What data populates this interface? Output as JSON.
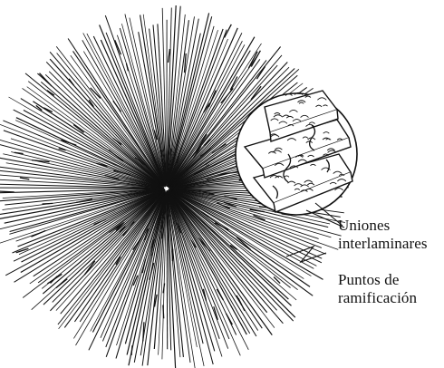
{
  "labels": {
    "interlaminar_joints": [
      "Uniones",
      "interlaminares"
    ],
    "branch_points": [
      "Puntos de",
      "ramificación"
    ]
  },
  "colors": {
    "ink": "#111111",
    "background": "#ffffff"
  }
}
